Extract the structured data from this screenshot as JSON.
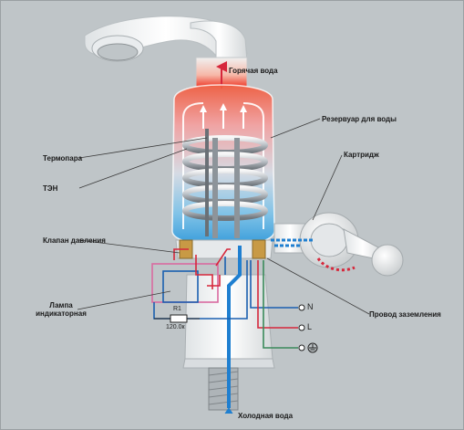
{
  "labels": {
    "hot_water": "Горячая вода",
    "reservoir": "Резервуар для воды",
    "thermocouple": "Термопара",
    "cartridge": "Картридж",
    "heater": "ТЭН",
    "pressure_valve": "Клапан давления",
    "lamp_line1": "Лампа",
    "lamp_line2": "индикаторная",
    "ground_wire": "Провод заземления",
    "cold_water": "Холодная вода"
  },
  "wiring": {
    "neutral": "N",
    "line": "L",
    "resistor_name": "R1",
    "resistor_value": "120.0к"
  },
  "colors": {
    "background": "#bfc5c8",
    "hot": "#e8382e",
    "cold": "#1f7fd0",
    "wire_red": "#d6273b",
    "wire_blue": "#1a5fb0",
    "wire_pink": "#d96aa0",
    "wire_green": "#3a8a5a"
  },
  "icons": [
    "ground-symbol-icon",
    "terminal-circle-icon"
  ]
}
